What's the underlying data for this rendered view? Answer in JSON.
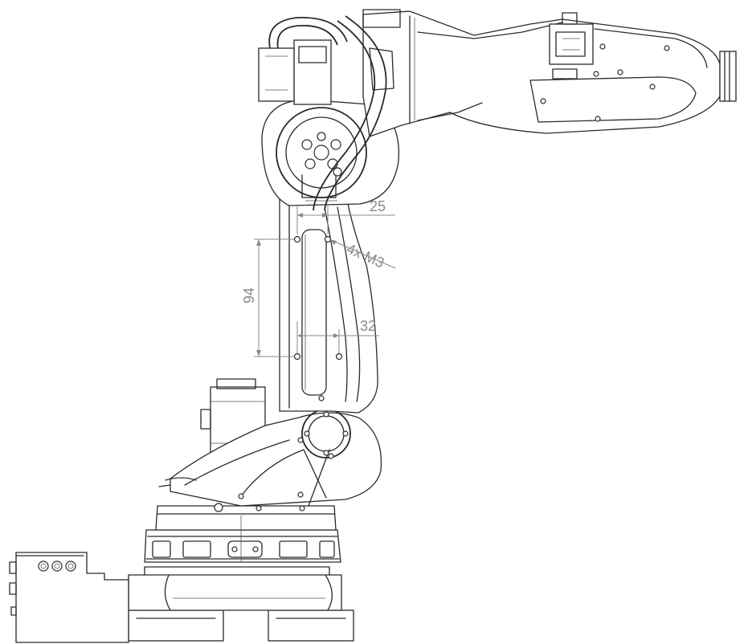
{
  "drawing": {
    "subject_icon": "robot-arm-side-view",
    "line_color": "#2a2a2a",
    "dimension_color": "#8a8a8a"
  },
  "dimensions": {
    "top_offset": "25",
    "hole_label": "4x M3",
    "vertical_spacing": "94",
    "horizontal_spacing": "32"
  }
}
